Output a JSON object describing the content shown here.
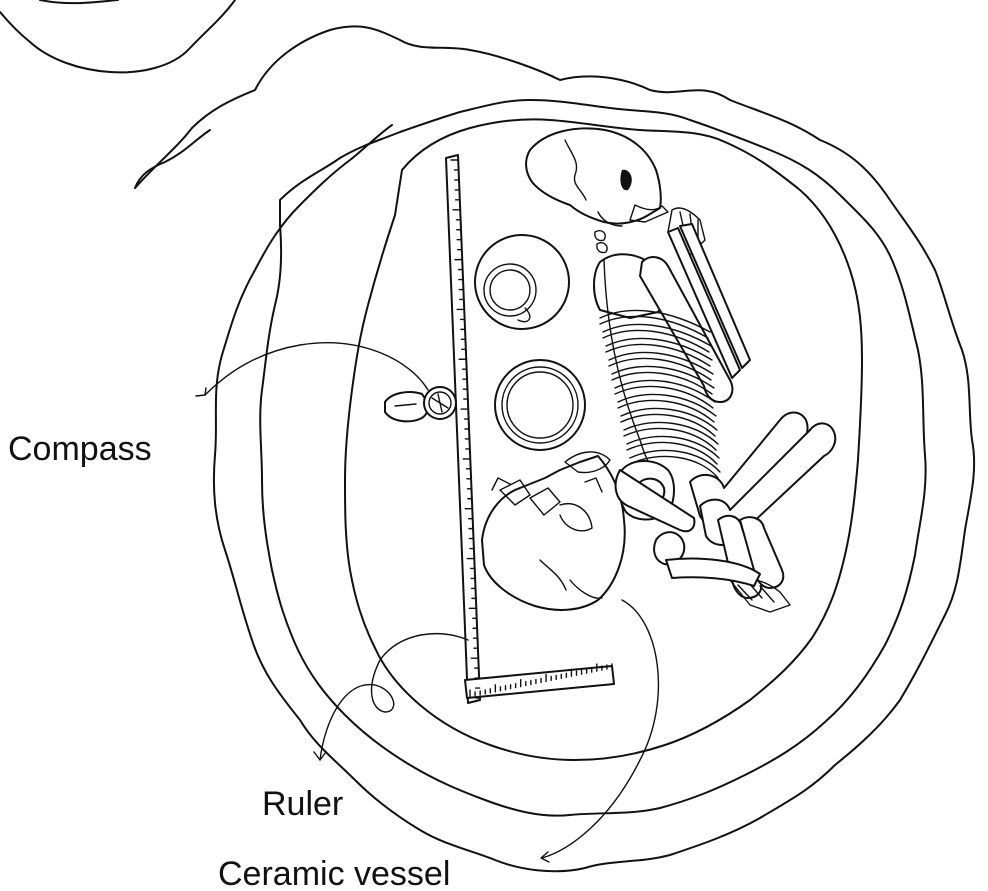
{
  "labels": {
    "compass": "Compass",
    "ruler": "Ruler",
    "ceramic_vessel": "Ceramic vessel"
  },
  "colors": {
    "line": "#111111",
    "background": "#ffffff"
  }
}
